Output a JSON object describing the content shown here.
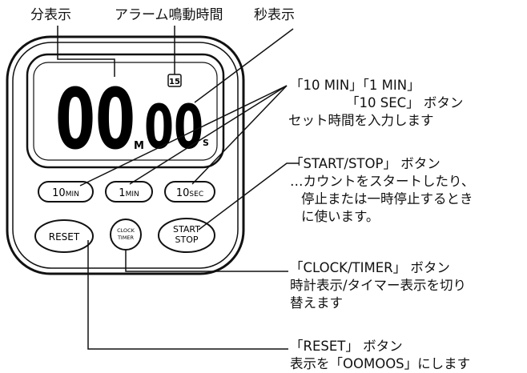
{
  "labels": {
    "minute_display": "分表示",
    "alarm_duration": "アラーム鳴動時間",
    "second_display": "秒表示"
  },
  "display": {
    "minutes": "00",
    "seconds": "00",
    "minute_unit": "M",
    "second_unit": "S",
    "alarm_badge": "15"
  },
  "buttons": {
    "ten_min": {
      "num": "10",
      "unit": "MIN"
    },
    "one_min": {
      "num": "1",
      "unit": "MIN"
    },
    "ten_sec": {
      "num": "10",
      "unit": "SEC"
    },
    "reset": "RESET",
    "clock_timer": [
      "CLOCK",
      "TIMER"
    ],
    "start_stop": [
      "START",
      "STOP"
    ]
  },
  "annotations": {
    "set_buttons": [
      "「10 MIN」「1 MIN」",
      "「10 SEC」 ボタン",
      "セット時間を入力します"
    ],
    "start_stop": [
      "「START/STOP」 ボタン",
      "…カウントをスタートしたり、",
      "停止または一時停止するとき",
      "に使います。"
    ],
    "clock_timer": [
      "「CLOCK/TIMER」 ボタン",
      "時計表示/タイマー表示を切り",
      "替えます"
    ],
    "reset": [
      "「RESET」 ボタン",
      "表示を「OOMOOS」にします"
    ]
  }
}
